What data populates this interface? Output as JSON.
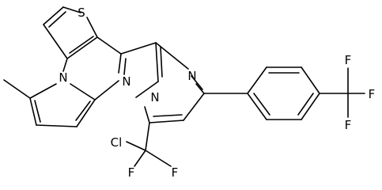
{
  "atom_labels": {
    "S": "S",
    "N_pyrrole": "N",
    "N_pyrazole": "N",
    "N_bridge": "N",
    "N_pyrimidine": "N",
    "Cl": "Cl",
    "F_left": "F",
    "F_right": "F",
    "F_cf3_top": "F",
    "F_cf3_right": "F",
    "F_cf3_bottom": "F"
  }
}
